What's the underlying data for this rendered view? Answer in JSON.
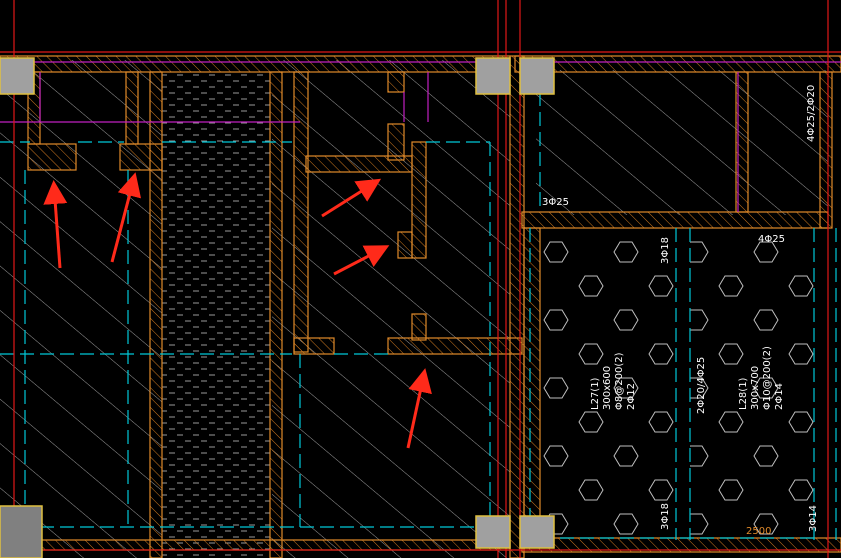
{
  "drawing": {
    "background": "#000000",
    "colors": {
      "wall_outline": "#e08a2a",
      "hatch": "#bfbfbf",
      "cyan_axis": "#00c8d8",
      "red_line": "#e01818",
      "magenta_line": "#c020c0",
      "column_fill": "#a0a0a0",
      "column_edge": "#e0c040",
      "text_white": "#ffffff",
      "text_orange": "#e08a2a",
      "arrow": "#ff2a1a"
    },
    "labels": {
      "top_right_vertical": "4Φ25/2Φ20",
      "rebar_3phi25": "3Φ25",
      "rebar_4phi25": "4Φ25",
      "rebar_3phi18_top": "3Φ18",
      "rebar_3phi18_bottom": "3Φ18",
      "rebar_3phi14": "3Φ14",
      "mid_vertical": "2Φ20/4Φ25",
      "beam_l27_lines": [
        "L27(1)",
        "300x600",
        "Φ8@200(2)",
        "2Φ12"
      ],
      "beam_l28_lines": [
        "L28(1)",
        "300x700",
        "Φ10@200(2)",
        "2Φ14"
      ],
      "dimension_2500": "2500"
    }
  }
}
